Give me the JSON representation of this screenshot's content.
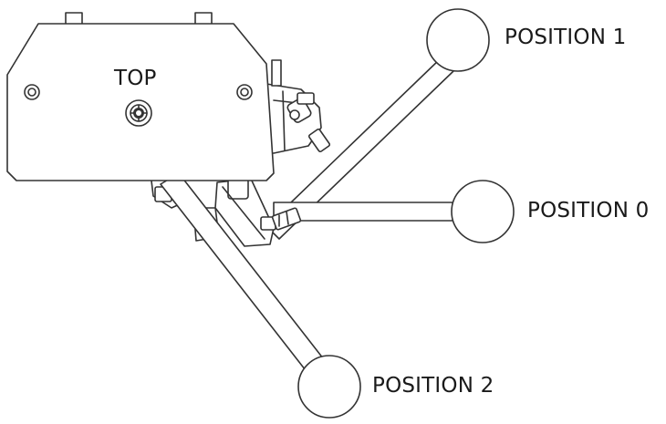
{
  "labels": {
    "top": "TOP",
    "position_1": "POSITION 1",
    "position_0": "POSITION 0",
    "position_2": "POSITION 2"
  },
  "colors": {
    "line": "#333333",
    "background": "#ffffff",
    "text": "#1a1a1a"
  }
}
